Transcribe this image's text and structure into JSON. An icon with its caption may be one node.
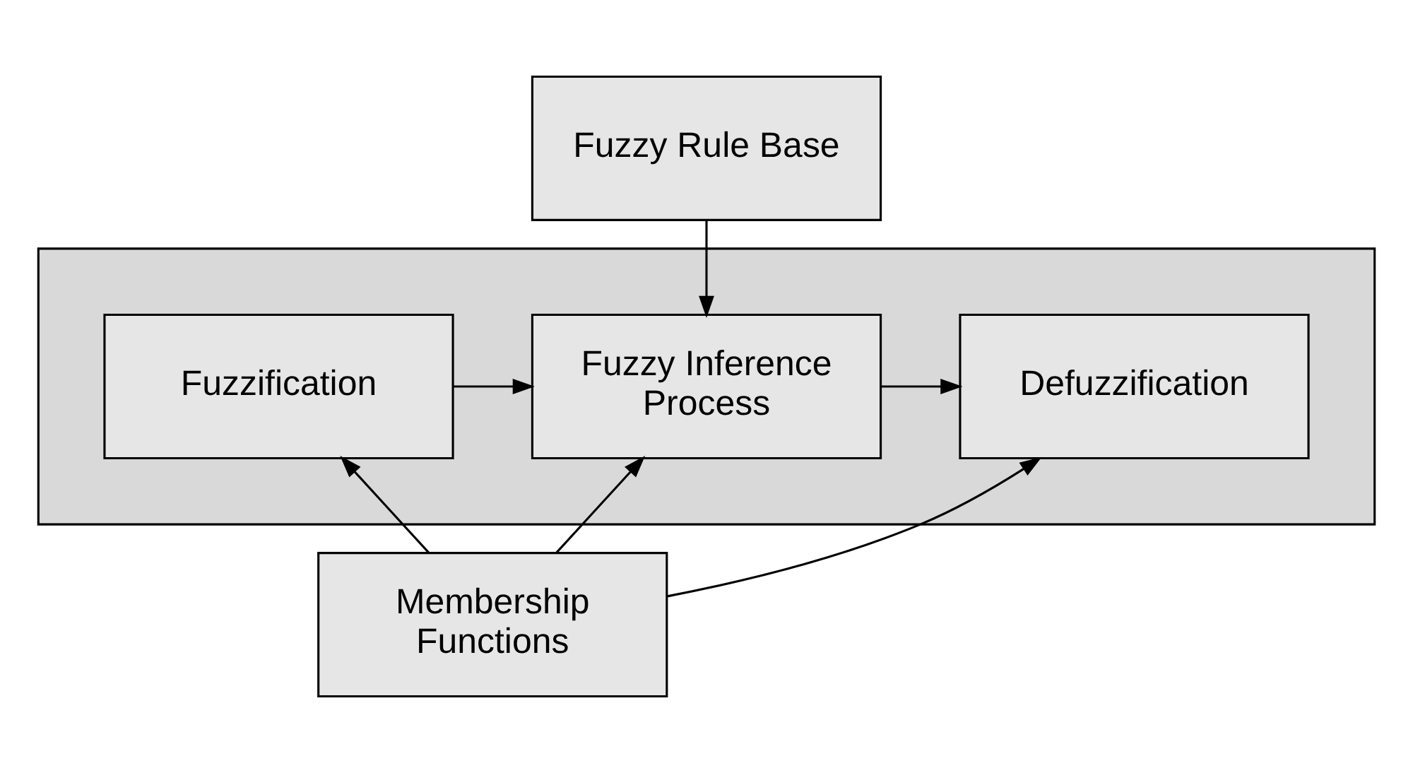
{
  "diagram": {
    "nodes": [
      {
        "text": [
          "Fuzzy Rule Base"
        ]
      },
      {
        "text": [],
        "shape": "box"
      },
      {
        "text": [
          "Fuzzification"
        ],
        "in": 1
      },
      {
        "text": [
          "Fuzzy Inference Process"
        ],
        "in": 1
      },
      {
        "text": [
          "Defuzzification"
        ],
        "in": 1
      },
      {
        "text": [
          "Membership Functions"
        ]
      }
    ],
    "edges": [
      {
        "from": 0,
        "to": 3,
        "arrow": "to"
      },
      {
        "from": 2,
        "to": 3,
        "arrow": "to"
      },
      {
        "from": 3,
        "to": 4,
        "arrow": "to"
      },
      {
        "from": 5,
        "to": 2,
        "arrow": "to"
      },
      {
        "from": 5,
        "to": 3,
        "arrow": "to"
      },
      {
        "from": 5,
        "to": 4,
        "arrow": "to"
      }
    ]
  }
}
